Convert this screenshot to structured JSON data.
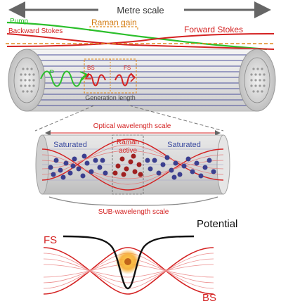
{
  "labels": {
    "metre_scale": "Metre scale",
    "raman_gain": "Raman gain",
    "pump": "Pump",
    "backward_stokes": "Backward Stokes",
    "forward_stokes": "Forward Stokes",
    "p": "P",
    "bs_small": "BS",
    "fs_small": "FS",
    "generation_length": "Generation length",
    "optical_wavelength_scale": "Optical wavelength scale",
    "saturated_left": "Saturated",
    "saturated_right": "Saturated",
    "raman": "Raman",
    "active": "active",
    "sub_wavelength_scale": "SUB-wavelength scale",
    "potential": "Potential",
    "fs_large": "FS",
    "bs_large": "BS"
  },
  "colors": {
    "pump": "#2bbf2b",
    "stokes": "#d42222",
    "raman_gain": "#e08a1e",
    "scale_arrow": "#555555",
    "saturated_text": "#3a4aa0",
    "molecule_blue": "#3b3f8f",
    "molecule_red": "#a02020",
    "fiber_line": "#4a4f9a",
    "potential": "#111111"
  }
}
